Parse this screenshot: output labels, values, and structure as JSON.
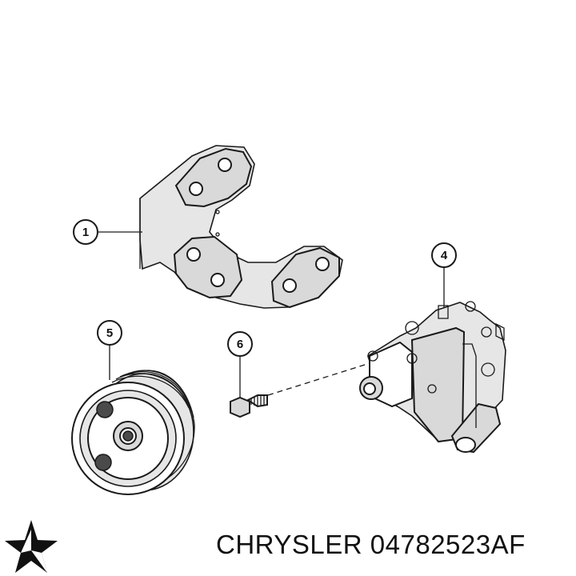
{
  "callouts": [
    {
      "id": "1",
      "label": "1"
    },
    {
      "id": "4",
      "label": "4"
    },
    {
      "id": "5",
      "label": "5"
    },
    {
      "id": "6",
      "label": "6"
    }
  ],
  "parts": {
    "bracket": "1",
    "pump": "4",
    "pulley": "5",
    "bolt": "6"
  },
  "caption": {
    "brand": "CHRYSLER",
    "part_number": "04782523AF",
    "text": "CHRYSLER 04782523AF"
  },
  "logo": {
    "icon": "pentastar-logo-icon",
    "color": "#111111"
  }
}
